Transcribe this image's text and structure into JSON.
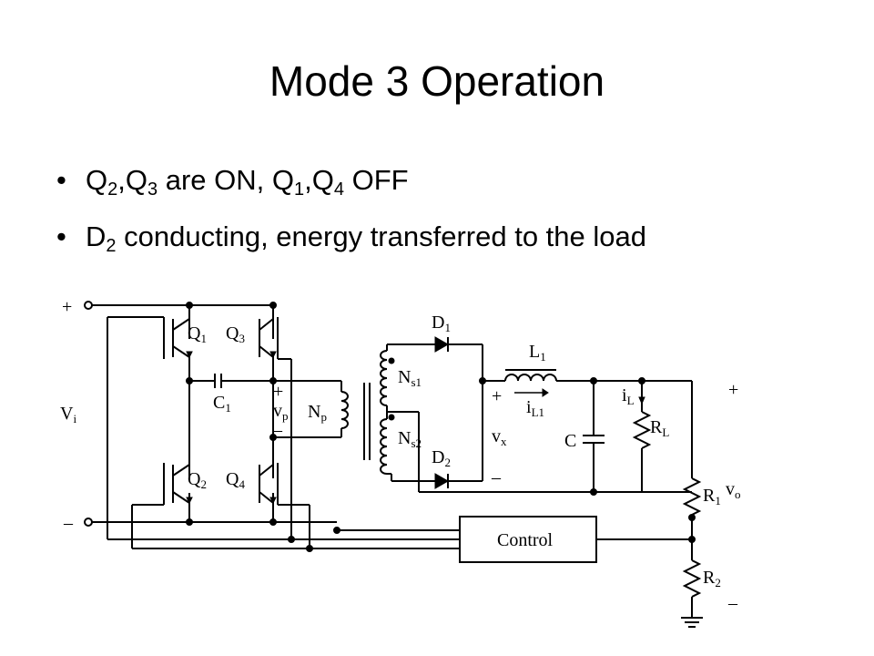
{
  "title": "Mode 3 Operation",
  "bullets": [
    {
      "parts": [
        [
          "Q",
          ""
        ],
        [
          "2",
          ""
        ],
        [
          ",Q",
          ""
        ],
        [
          "3",
          ""
        ],
        [
          " are ON, Q",
          ""
        ],
        [
          "1",
          ""
        ],
        [
          ",Q",
          ""
        ],
        [
          "4",
          ""
        ],
        [
          " OFF",
          ""
        ]
      ]
    },
    {
      "parts": []
    }
  ],
  "bullet1": {
    "t1": "Q",
    "s1": "2",
    "t2": ",Q",
    "s2": "3",
    "t3": " are ON, Q",
    "s3": "1",
    "t4": ",Q",
    "s4": "4",
    "t5": " OFF"
  },
  "bullet2": {
    "t1": "D",
    "s1": "2",
    "t2": " conducting, energy transferred to the load"
  },
  "diagram_labels": {
    "plus_in": "+",
    "minus_in": "–",
    "vi": "V",
    "vi_sub": "i",
    "q1": "Q",
    "q1_sub": "1",
    "q3": "Q",
    "q3_sub": "3",
    "q2": "Q",
    "q2_sub": "2",
    "q4": "Q",
    "q4_sub": "4",
    "c1": "C",
    "c1_sub": "1",
    "vp": "v",
    "vp_sub": "p",
    "vp_plus": "+",
    "vp_minus": "–",
    "np": "N",
    "np_sub": "p",
    "ns1": "N",
    "ns1_sub": "s1",
    "ns2": "N",
    "ns2_sub": "s2",
    "d1": "D",
    "d1_sub": "1",
    "d2": "D",
    "d2_sub": "2",
    "l1": "L",
    "l1_sub": "1",
    "il1": "i",
    "il1_sub": "L1",
    "vx": "v",
    "vx_sub": "x",
    "vx_plus": "+",
    "vx_minus": "–",
    "c": "C",
    "il": "i",
    "il_sub": "L",
    "rl": "R",
    "rl_sub": "L",
    "r1": "R",
    "r1_sub": "1",
    "r2": "R",
    "r2_sub": "2",
    "vo": "v",
    "vo_sub": "o",
    "vo_plus": "+",
    "vo_minus": "–",
    "control": "Control"
  }
}
